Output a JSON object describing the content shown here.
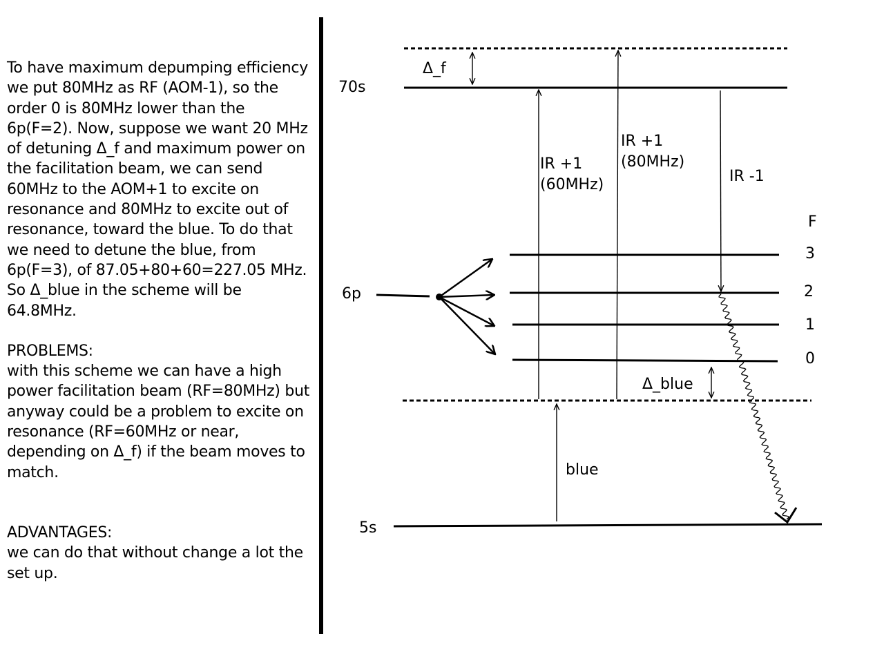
{
  "notes": {
    "para1": "To have maximum depumping efficiency we put 80MHz as RF (AOM-1), so the order 0 is 80MHz lower than the 6p(F=2). Now, suppose we want 20 MHz of detuning Δ_f and maximum power on the facilitation beam, we can send 60MHz to the AOM+1 to excite on resonance and 80MHz to excite out of resonance, toward the blue. To do that we need to detune the blue, from 6p(F=3), of 87.05+80+60=227.05 MHz. So Δ_blue in the scheme will be 64.8MHz.",
    "problems_title": "PROBLEMS:",
    "problems_text": "with this scheme we can have a high power facilitation beam (RF=80MHz) but anyway could be a problem to excite on resonance (RF=60MHz or near, depending on Δ_f) if the beam moves to match.",
    "advantages_title": "ADVANTAGES:",
    "advantages_text": "we can do that without change a lot the set up."
  },
  "diagram": {
    "levels": {
      "rydberg": "70s",
      "intermediate": "6p",
      "ground": "5s"
    },
    "f_header": "F",
    "f_values": [
      "3",
      "2",
      "1",
      "0"
    ],
    "delta_f": "Δ_f",
    "delta_blue": "Δ_blue",
    "beams": {
      "ir_plus1_60_line1": "IR +1",
      "ir_plus1_60_line2": "(60MHz)",
      "ir_plus1_80_line1": "IR +1",
      "ir_plus1_80_line2": "(80MHz)",
      "ir_minus1": "IR -1",
      "blue": "blue"
    }
  }
}
